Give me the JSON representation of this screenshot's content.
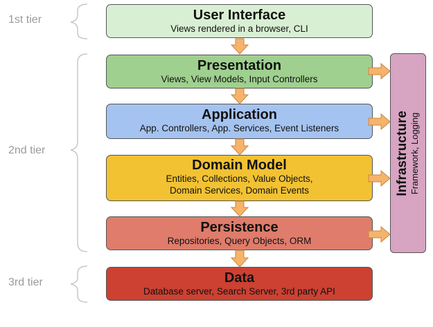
{
  "tiers": {
    "first": "1st tier",
    "second": "2nd tier",
    "third": "3rd tier"
  },
  "layers": {
    "ui": {
      "title": "User Interface",
      "sub": "Views rendered in a browser, CLI",
      "color": "#d9efd3"
    },
    "presentation": {
      "title": "Presentation",
      "sub": "Views, View Models, Input Controllers",
      "color": "#9fd08f"
    },
    "application": {
      "title": "Application",
      "sub": "App. Controllers, App. Services, Event Listeners",
      "color": "#a5c3f0"
    },
    "domain": {
      "title": "Domain Model",
      "sub1": "Entities, Collections, Value Objects,",
      "sub2": "Domain Services, Domain Events",
      "color": "#f2c233"
    },
    "persistence": {
      "title": "Persistence",
      "sub": "Repositories, Query Objects, ORM",
      "color": "#df7c6b"
    },
    "data": {
      "title": "Data",
      "sub": "Database server, Search Server, 3rd party API",
      "color": "#cc4132"
    }
  },
  "infrastructure": {
    "title": "Infrastructure",
    "sub": "Framework, Logging",
    "color": "#d7a4c2"
  },
  "arrow_color": "#f6b36b"
}
